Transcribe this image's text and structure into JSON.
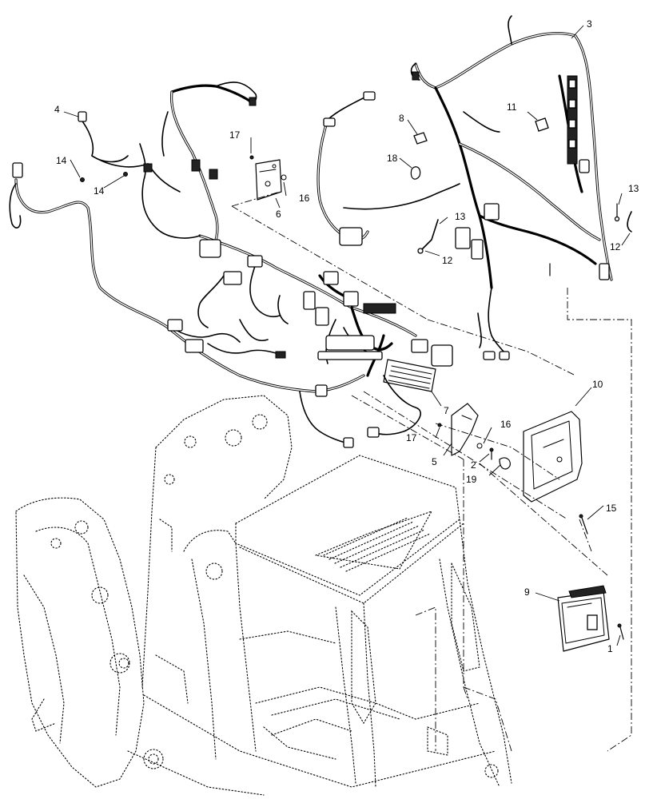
{
  "callouts": [
    {
      "id": "c1",
      "label": "1"
    },
    {
      "id": "c2",
      "label": "2"
    },
    {
      "id": "c3",
      "label": "3"
    },
    {
      "id": "c4",
      "label": "4"
    },
    {
      "id": "c5",
      "label": "5"
    },
    {
      "id": "c6",
      "label": "6"
    },
    {
      "id": "c7",
      "label": "7"
    },
    {
      "id": "c8",
      "label": "8"
    },
    {
      "id": "c9",
      "label": "9"
    },
    {
      "id": "c10",
      "label": "10"
    },
    {
      "id": "c11",
      "label": "11"
    },
    {
      "id": "c12a",
      "label": "12"
    },
    {
      "id": "c12b",
      "label": "12"
    },
    {
      "id": "c13a",
      "label": "13"
    },
    {
      "id": "c13b",
      "label": "13"
    },
    {
      "id": "c14a",
      "label": "14"
    },
    {
      "id": "c14b",
      "label": "14"
    },
    {
      "id": "c15",
      "label": "15"
    },
    {
      "id": "c16a",
      "label": "16"
    },
    {
      "id": "c16b",
      "label": "16"
    },
    {
      "id": "c17a",
      "label": "17"
    },
    {
      "id": "c17b",
      "label": "17"
    },
    {
      "id": "c18",
      "label": "18"
    },
    {
      "id": "c19",
      "label": "19"
    }
  ]
}
